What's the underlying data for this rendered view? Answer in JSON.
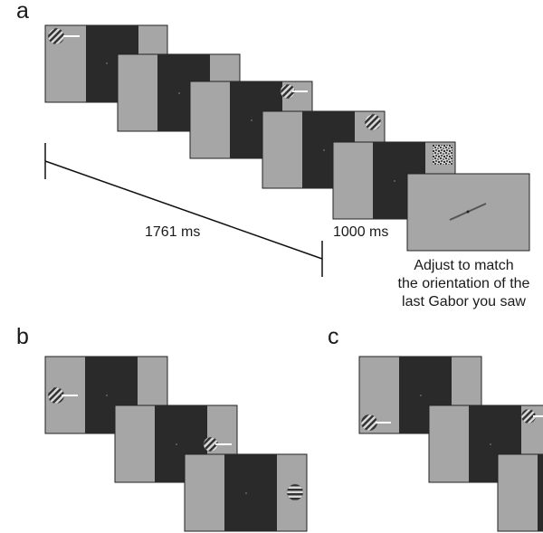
{
  "panels": {
    "a": {
      "label": "a"
    },
    "b": {
      "label": "b"
    },
    "c": {
      "label": "c"
    }
  },
  "timing": {
    "blank_duration": "1761 ms",
    "mask_duration": "1000 ms"
  },
  "response_instruction": {
    "line1": "Adjust to match",
    "line2": "the orientation of the",
    "line3": "last Gabor you saw"
  },
  "colors": {
    "screen_gray": "#a6a6a6",
    "dark_band": "#2a2a2a",
    "frame_border": "#222222",
    "arrow": "#ffffff",
    "response_line": "#555555"
  }
}
